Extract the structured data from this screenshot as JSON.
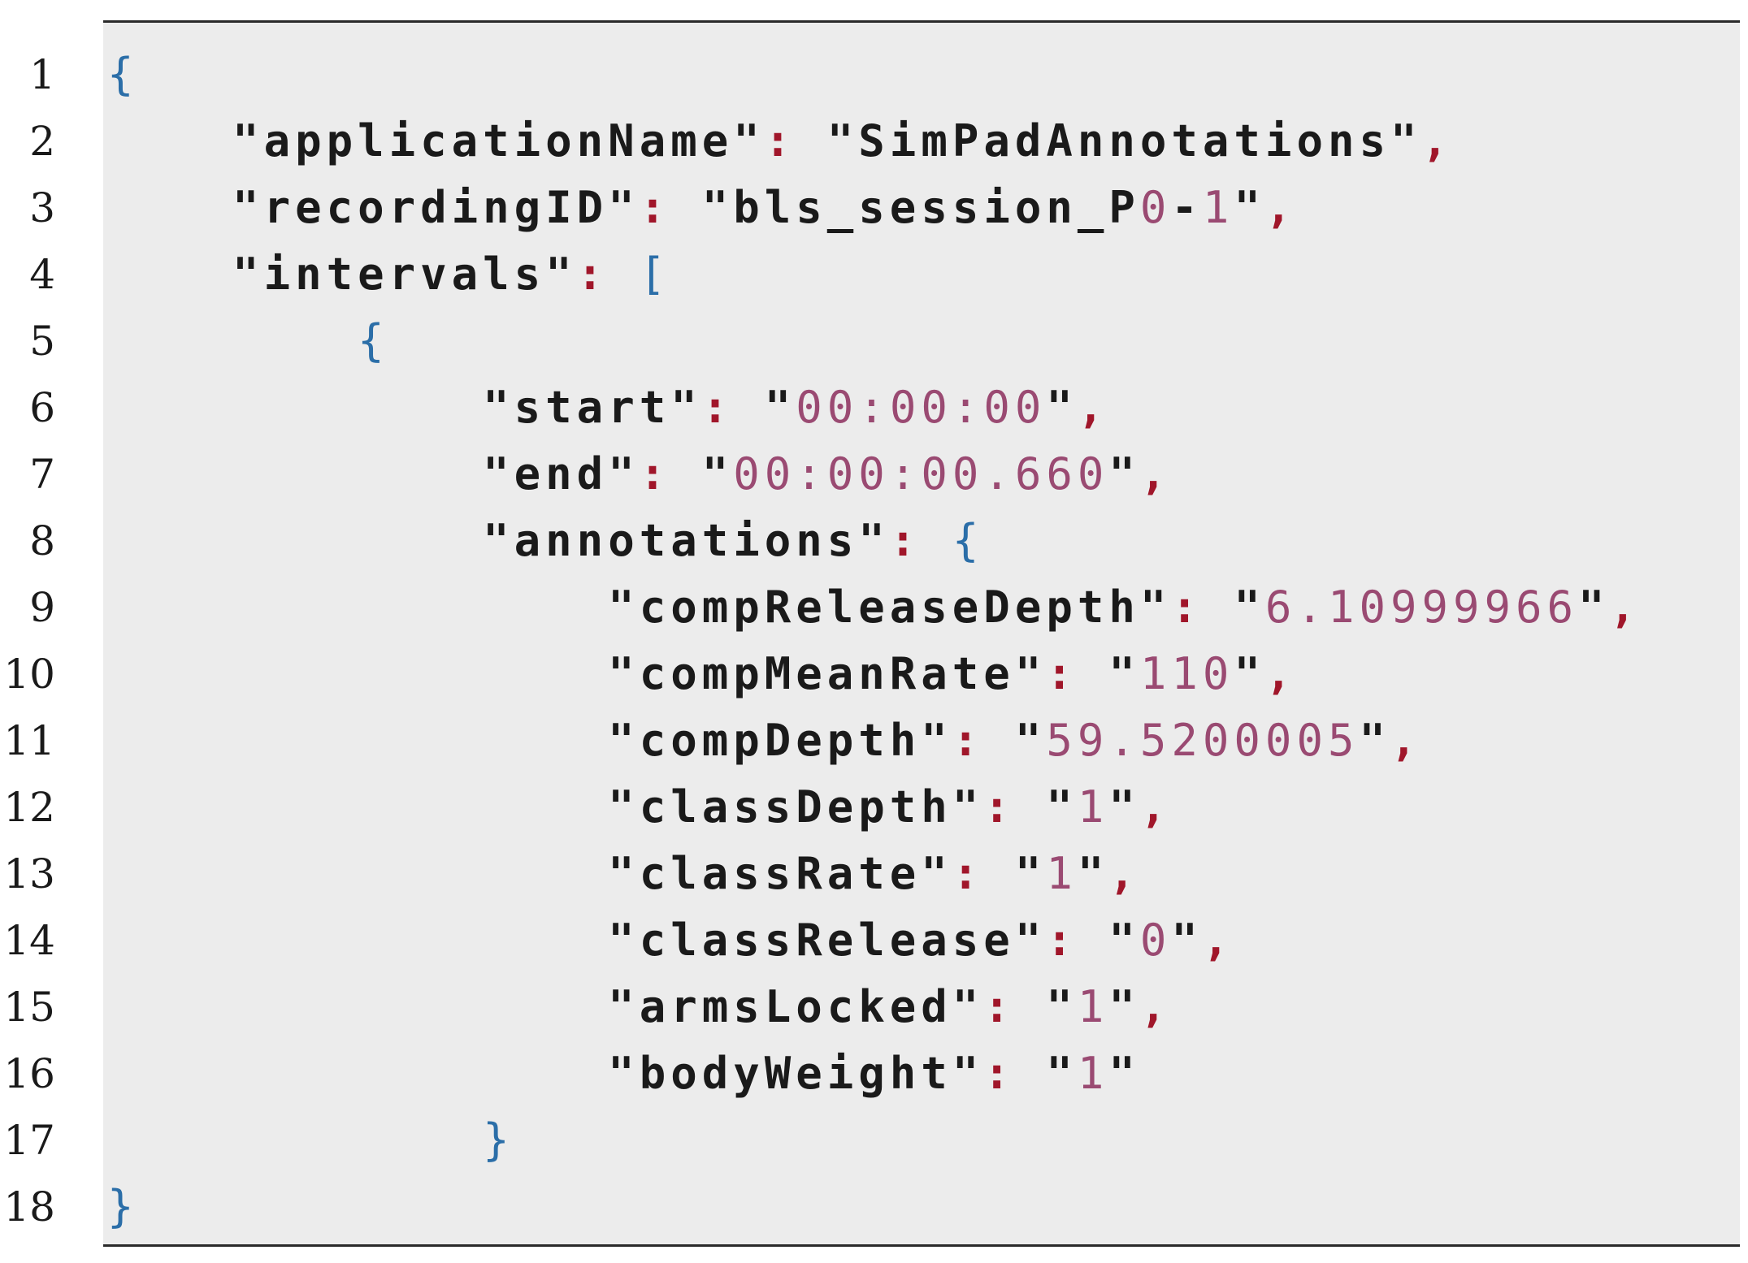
{
  "listing": {
    "line_numbers": [
      "1",
      "2",
      "3",
      "4",
      "5",
      "6",
      "7",
      "8",
      "9",
      "10",
      "11",
      "12",
      "13",
      "14",
      "15",
      "16",
      "17",
      "18"
    ],
    "open_brace": "{",
    "close_brace": "}",
    "open_bracket": "[",
    "applicationName_key": "applicationName",
    "applicationName_value": "SimPadAnnotations",
    "recordingID_key": "recordingID",
    "recordingID_value_prefix": "bls_session_P",
    "recordingID_value_num1": "0",
    "recordingID_value_dash": "-",
    "recordingID_value_num2": "1",
    "intervals_key": "intervals",
    "start_key": "start",
    "start_value": "00:00:00",
    "end_key": "end",
    "end_value": "00:00:00.660",
    "annotations_key": "annotations",
    "fields": [
      {
        "key": "compReleaseDepth",
        "value": "6.10999966"
      },
      {
        "key": "compMeanRate",
        "value": "110"
      },
      {
        "key": "compDepth",
        "value": "59.5200005"
      },
      {
        "key": "classDepth",
        "value": "1"
      },
      {
        "key": "classRate",
        "value": "1"
      },
      {
        "key": "classRelease",
        "value": "0"
      },
      {
        "key": "armsLocked",
        "value": "1"
      },
      {
        "key": "bodyWeight",
        "value": "1"
      }
    ]
  }
}
